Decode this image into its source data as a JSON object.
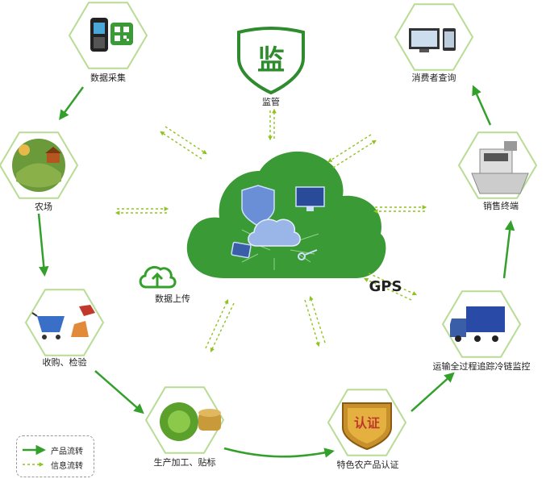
{
  "nodes": {
    "data_collection": "数据采集",
    "supervision": "监管",
    "consumer_query": "消费者查询",
    "farm": "农场",
    "sales_terminal": "销售终端",
    "purchase_inspection": "收购、检验",
    "transport_cold_chain": "运输全过程追踪冷链监控",
    "processing_labeling": "生产加工、贴标",
    "certification": "特色农产品认证"
  },
  "badges": {
    "supervision_glyph": "监",
    "certification_glyph": "认证"
  },
  "cloud": {
    "upload_label": "数据上传",
    "gps_label": "GPS"
  },
  "legend": {
    "product_flow": "产品流转",
    "info_flow": "信息流转"
  },
  "colors": {
    "green": "#3a9a35",
    "dark_green": "#2e8b2e",
    "arrow_green": "#33a02c",
    "dashed_green": "#8fc31f",
    "hex_stroke": "#b8dc94",
    "gold": "#c8902a",
    "red": "#c0392b",
    "blue": "#3a5fa8"
  },
  "icons": [
    "scanner-icon",
    "qr-code-icon",
    "shield-icon",
    "monitor-icon",
    "phone-icon",
    "farm-icon",
    "cash-register-icon",
    "cart-icon",
    "lab-flask-icon",
    "truck-icon",
    "vegetables-icon",
    "certification-badge-icon",
    "cloud-icon",
    "upload-cloud-icon"
  ]
}
